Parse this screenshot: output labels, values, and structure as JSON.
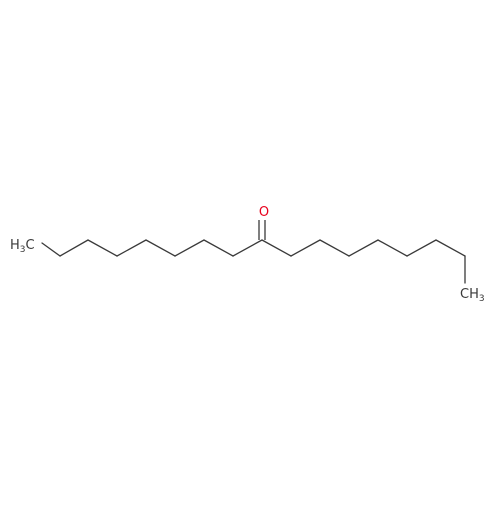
{
  "molecule": {
    "left_terminal": {
      "main": "H",
      "sub": "3",
      "tail": "C"
    },
    "right_terminal": {
      "main": "CH",
      "sub": "3"
    },
    "carbonyl_oxygen": "O"
  },
  "colors": {
    "background": "#ffffff",
    "bond": "#3a3a3a",
    "carbon_label": "#3a3a3a",
    "oxygen": "#e8001c"
  }
}
